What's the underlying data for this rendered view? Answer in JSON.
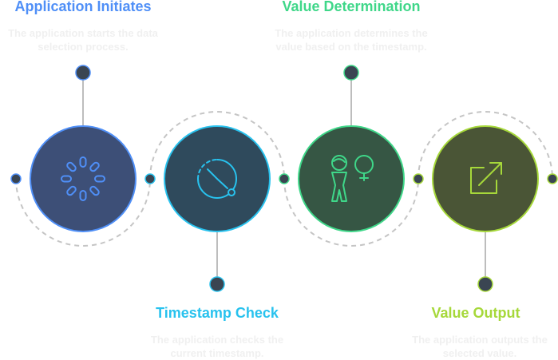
{
  "steps": [
    {
      "title": "Application Initiates",
      "description": "The application starts the data selection process.",
      "icon": "loading-spinner-icon",
      "color": "#4f8ff7",
      "fill": "#3d4f77"
    },
    {
      "title": "Timestamp Check",
      "description": "The application checks the current timestamp.",
      "icon": "timer-icon",
      "color": "#28c2ee",
      "fill": "#2f4a5c"
    },
    {
      "title": "Value Determination",
      "description": "The application determines the value based on the timestamp.",
      "icon": "person-and-lightbulb-icon",
      "color": "#3fd789",
      "fill": "#365644"
    },
    {
      "title": "Value Output",
      "description": "The application outputs the selected value.",
      "icon": "external-link-arrow-icon",
      "color": "#a6d83a",
      "fill": "#4a5536"
    }
  ],
  "colors": {
    "node": "#3a4552",
    "connector": "#c5c5c5",
    "dashed_arc": "#c5c5c5"
  }
}
